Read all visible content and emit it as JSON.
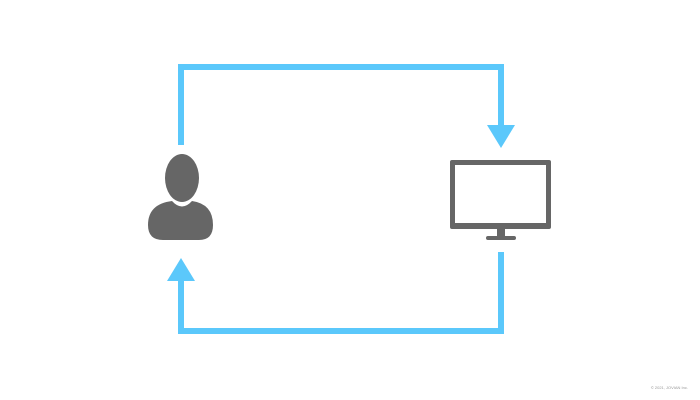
{
  "diagram": {
    "nodes": [
      {
        "id": "user",
        "icon": "person-icon"
      },
      {
        "id": "computer",
        "icon": "monitor-icon"
      }
    ],
    "edges": [
      {
        "from": "user",
        "to": "computer",
        "route": "top"
      },
      {
        "from": "computer",
        "to": "user",
        "route": "bottom"
      }
    ],
    "colors": {
      "arrow": "#5bc8fb",
      "icon": "#666666"
    }
  },
  "footer": {
    "copyright": "© 2021, JOVIAN Inc."
  }
}
